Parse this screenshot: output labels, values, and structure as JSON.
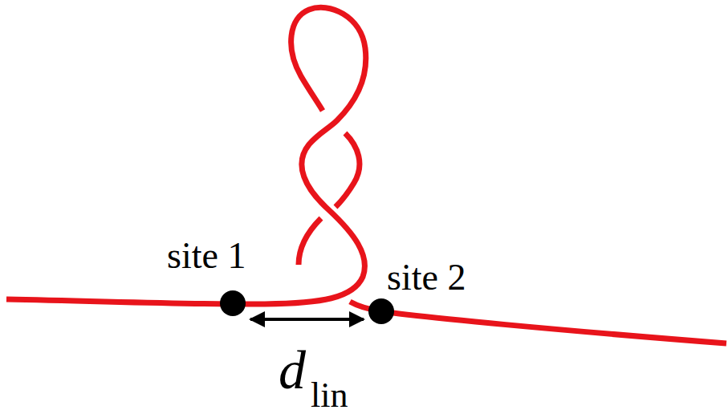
{
  "diagram": {
    "labels": [
      "site 1",
      "site 2",
      "d",
      "lin"
    ]
  }
}
